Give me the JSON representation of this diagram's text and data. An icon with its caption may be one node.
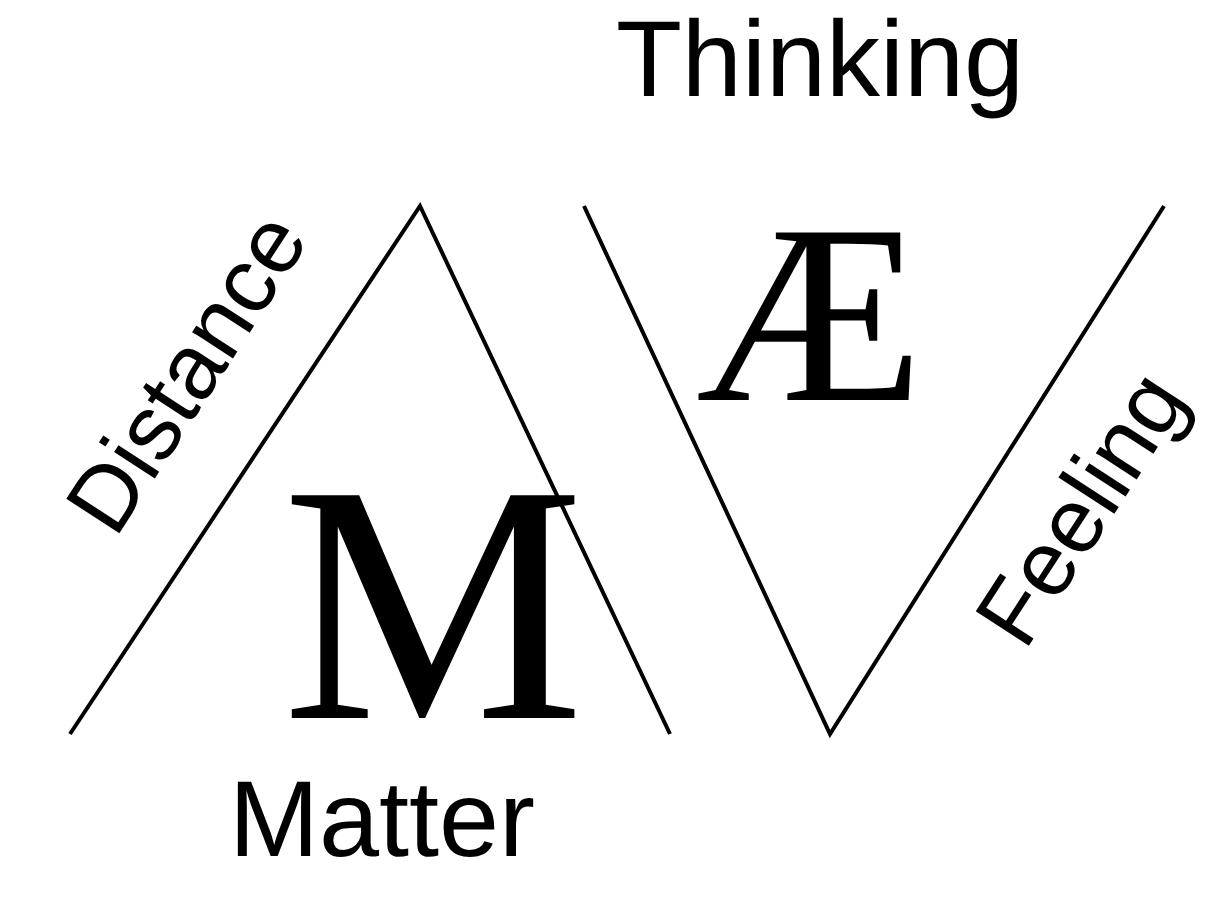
{
  "diagram": {
    "nodes": [
      {
        "text": [
          "Distance",
          "M",
          "Matter"
        ]
      },
      {
        "text": [
          "Thinking",
          "Æ",
          "Feeling"
        ]
      }
    ]
  }
}
